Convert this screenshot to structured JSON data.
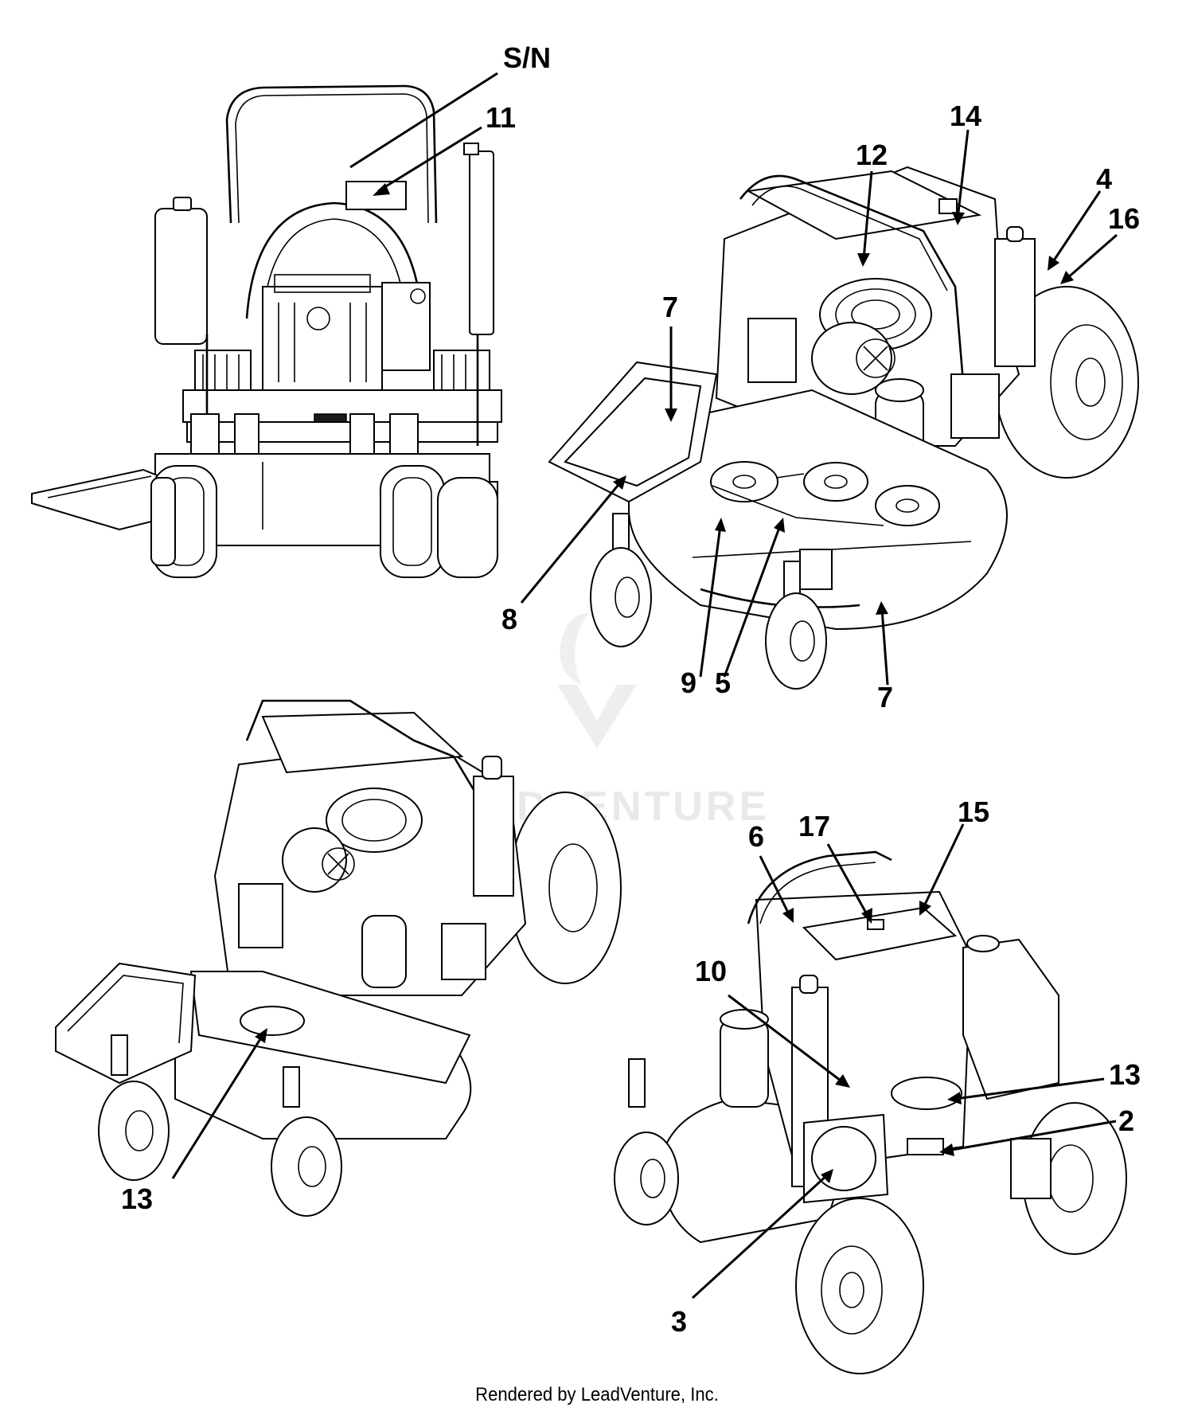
{
  "footer": {
    "credit": "Rendered by LeadVenture, Inc."
  },
  "watermark": {
    "text": "LEADVENTURE"
  },
  "callouts": {
    "sn": "S/N",
    "c11": "11",
    "c14": "14",
    "c12": "12",
    "c4": "4",
    "c16": "16",
    "c7a": "7",
    "c8": "8",
    "c9": "9",
    "c5": "5",
    "c7b": "7",
    "c17": "17",
    "c15": "15",
    "c6": "6",
    "c10": "10",
    "c13a": "13",
    "c13b": "13",
    "c2": "2",
    "c3": "3"
  }
}
